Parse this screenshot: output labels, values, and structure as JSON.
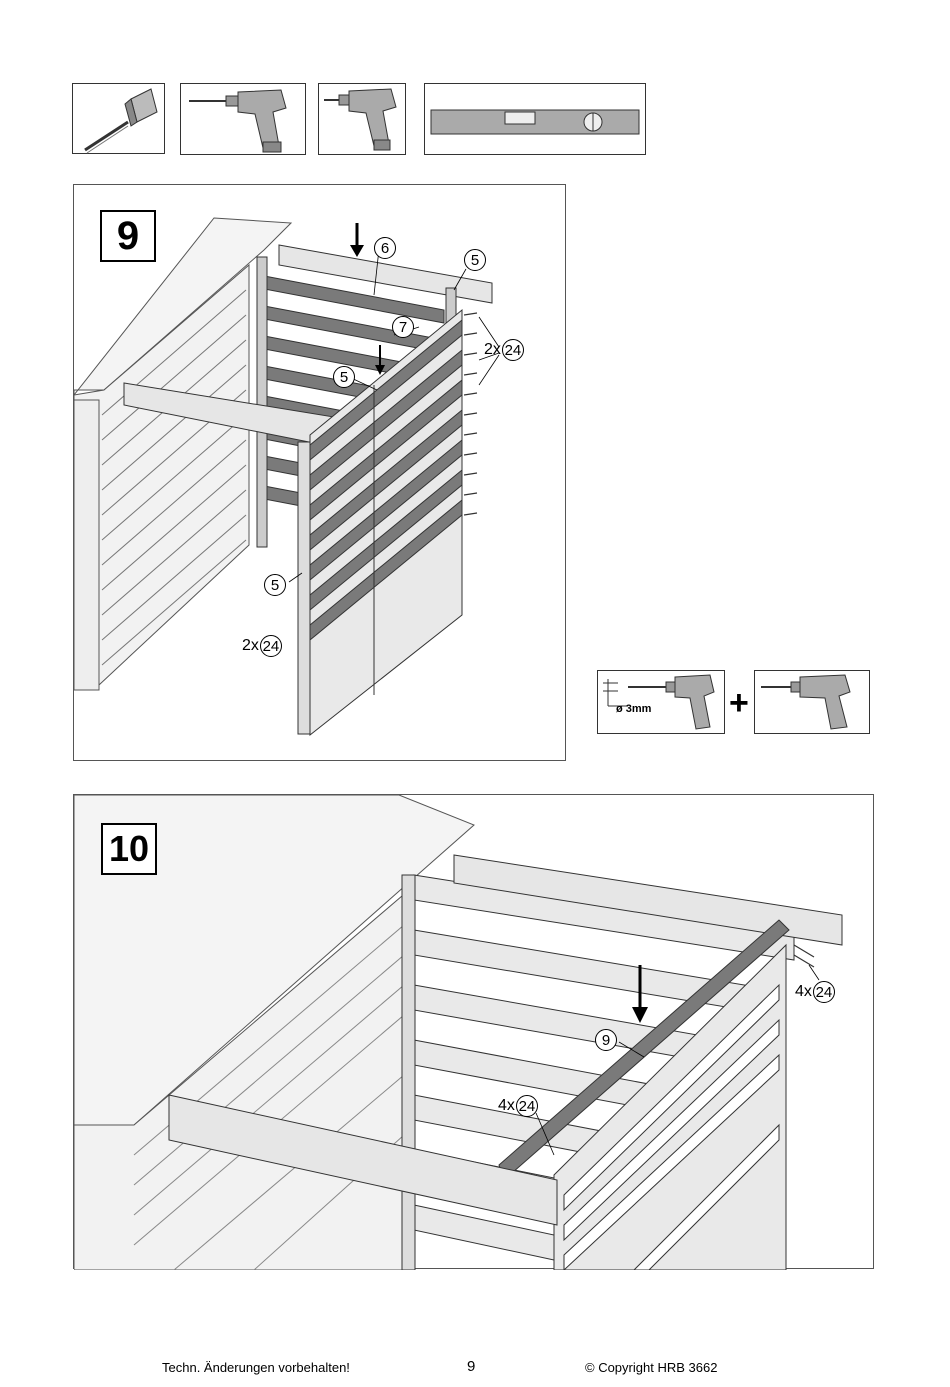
{
  "tools": [
    {
      "name": "measuring-tape-icon"
    },
    {
      "name": "drill-with-bit-icon"
    },
    {
      "name": "screwdriver-drill-icon"
    },
    {
      "name": "spirit-level-icon"
    }
  ],
  "step9": {
    "number": "9",
    "callouts": {
      "part6": "6",
      "part5_top": "5",
      "part7": "7",
      "part5_mid": "5",
      "part5_low": "5",
      "qty_right": "2x",
      "screw_right": "24",
      "qty_left": "2x",
      "screw_left": "24"
    }
  },
  "drill_hint": {
    "diameter_label": "ø 3mm",
    "plus": "+"
  },
  "step10": {
    "number": "10",
    "callouts": {
      "part9": "9",
      "qty_right": "4x",
      "screw_right": "24",
      "qty_mid": "4x",
      "screw_mid": "24"
    }
  },
  "footer": {
    "left": "Techn. Änderungen vorbehalten!",
    "page": "9",
    "right": "© Copyright HRB 3662"
  },
  "colors": {
    "board_dark": "#7a7a7a",
    "board_light": "#e6e6e6",
    "line": "#333333"
  }
}
